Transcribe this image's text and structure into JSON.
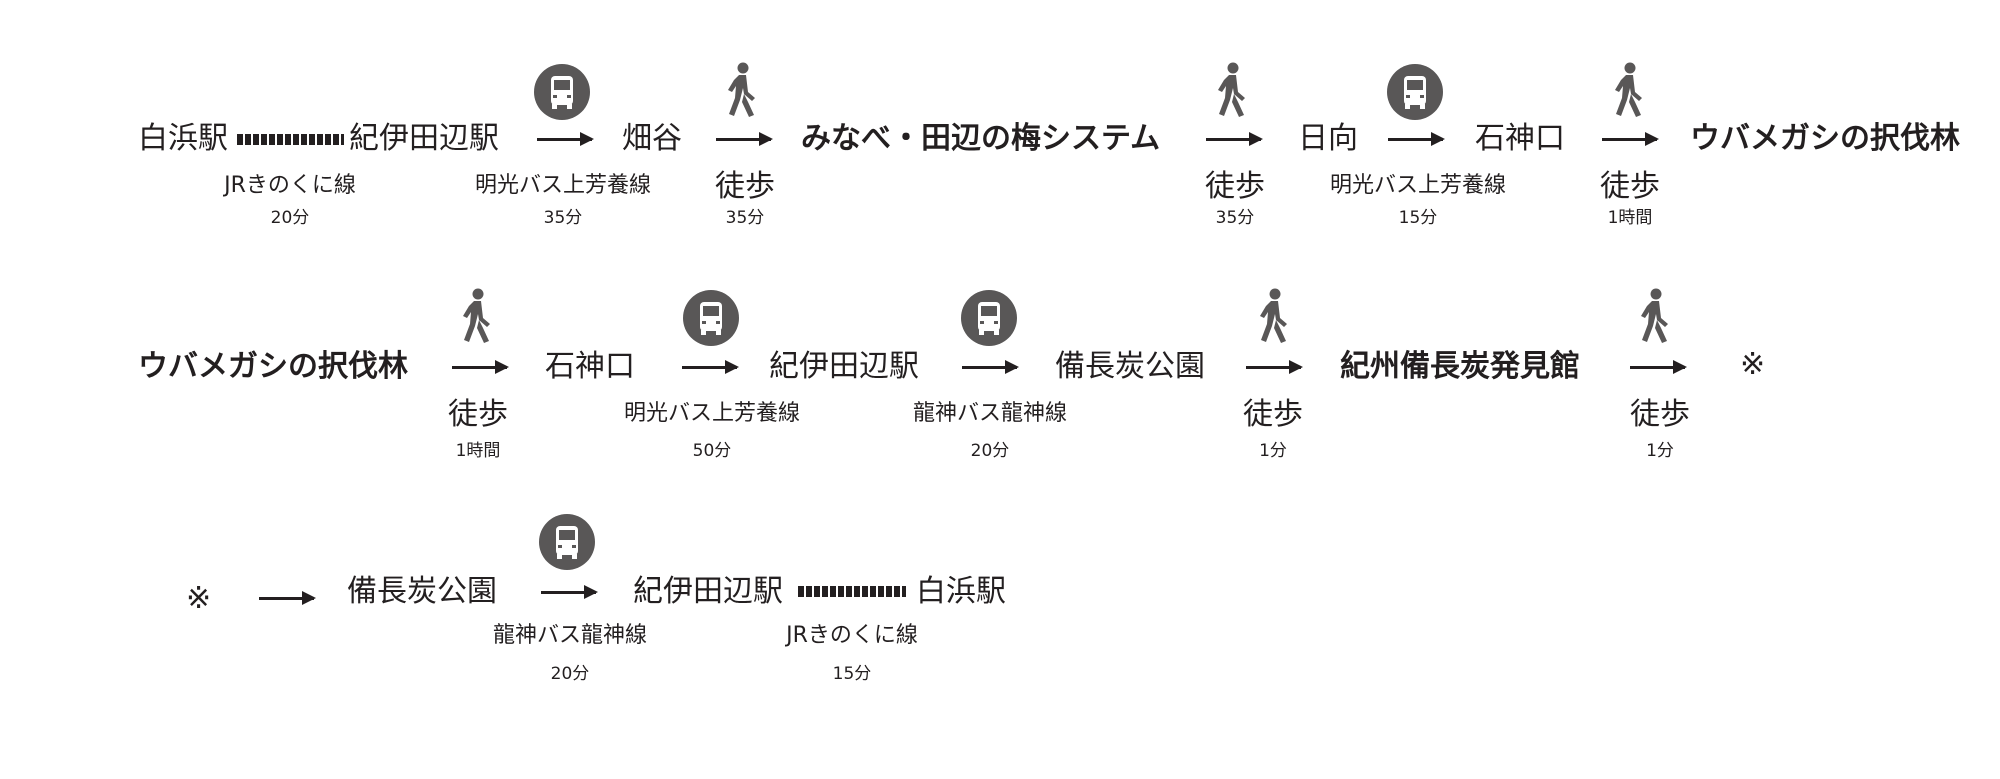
{
  "route": {
    "row1": {
      "shirahama": "白浜駅",
      "jr_line": "JRきのくに線",
      "jr_time": "20分",
      "kiitanabe": "紀伊田辺駅",
      "bus1": "明光バス上芳養線",
      "bus1_time": "35分",
      "hatake": "畑谷",
      "walk1": "徒歩",
      "walk1_time": "35分",
      "minabe": "みなべ・田辺の梅システム",
      "walk2": "徒歩",
      "walk2_time": "35分",
      "hinata": "日向",
      "bus2": "明光バス上芳養線",
      "bus2_time": "15分",
      "ishigamiguchi": "石神口",
      "walk3": "徒歩",
      "walk3_time": "1時間",
      "ubame": "ウバメガシの択伐林"
    },
    "row2": {
      "ubame": "ウバメガシの択伐林",
      "walk1": "徒歩",
      "walk1_time": "1時間",
      "ishigamiguchi": "石神口",
      "bus1": "明光バス上芳養線",
      "bus1_time": "50分",
      "kiitanabe": "紀伊田辺駅",
      "bus2": "龍神バス龍神線",
      "bus2_time": "20分",
      "binchotan_park": "備長炭公園",
      "walk2": "徒歩",
      "walk2_time": "1分",
      "kishu_hall": "紀州備長炭発見館",
      "walk3": "徒歩",
      "walk3_time": "1分",
      "mark": "※"
    },
    "row3": {
      "mark": "※",
      "binchotan_park": "備長炭公園",
      "bus1": "龍神バス龍神線",
      "bus1_time": "20分",
      "kiitanabe": "紀伊田辺駅",
      "jr_line": "JRきのくに線",
      "jr_time": "15分",
      "shirahama": "白浜駅"
    }
  },
  "icons": {
    "bus": "bus-icon",
    "walk": "walking-person-icon"
  },
  "colors": {
    "text": "#231f20",
    "icon_bg": "#595757",
    "icon_fg": "#ffffff"
  }
}
